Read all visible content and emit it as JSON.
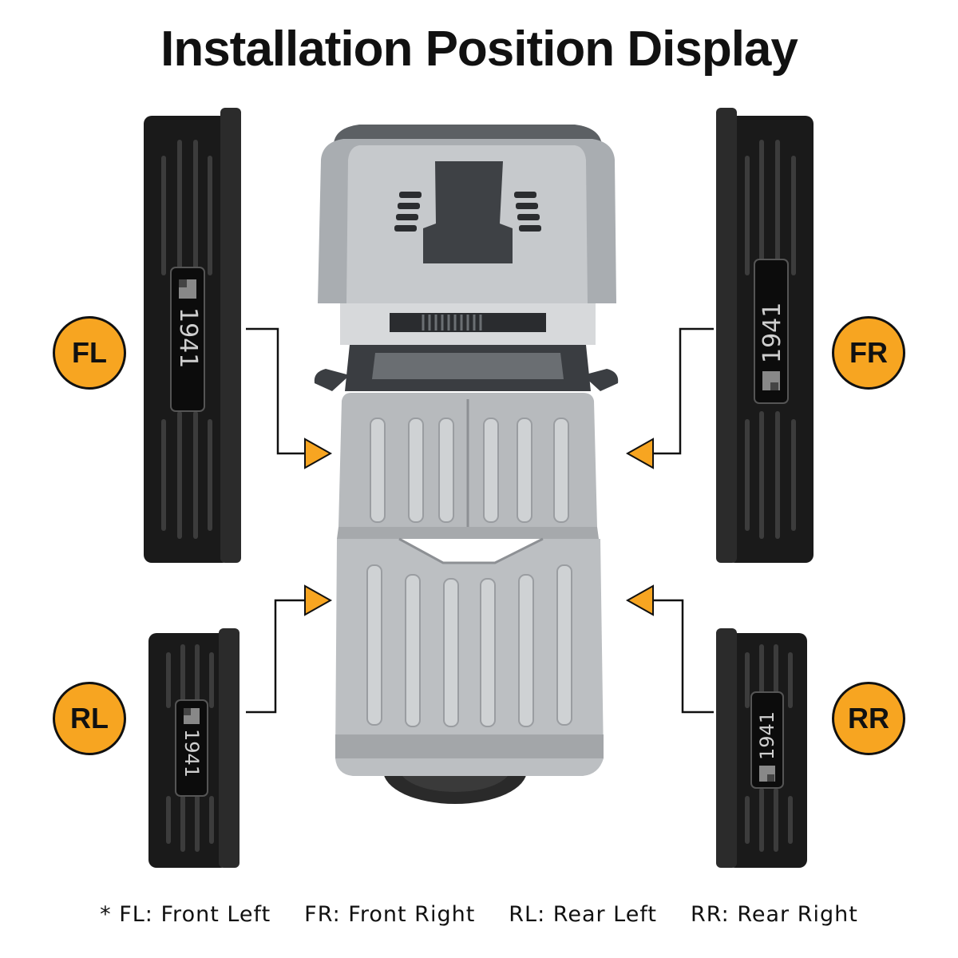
{
  "title": "Installation Position Display",
  "badges": {
    "fl": "FL",
    "fr": "FR",
    "rl": "RL",
    "rr": "RR"
  },
  "emblem": "1941",
  "legend": {
    "fl": "* FL: Front Left",
    "fr": "FR: Front Right",
    "rl": "RL: Rear Left",
    "rr": "RR: Rear Right"
  },
  "colors": {
    "accent": "#f7a521",
    "plate": "#1a1a1a",
    "vehicle": "#b9bcbf",
    "text": "#111111"
  },
  "icons": {
    "arrow": "orange-triangle-pointer",
    "flag": "american-flag-emblem"
  }
}
